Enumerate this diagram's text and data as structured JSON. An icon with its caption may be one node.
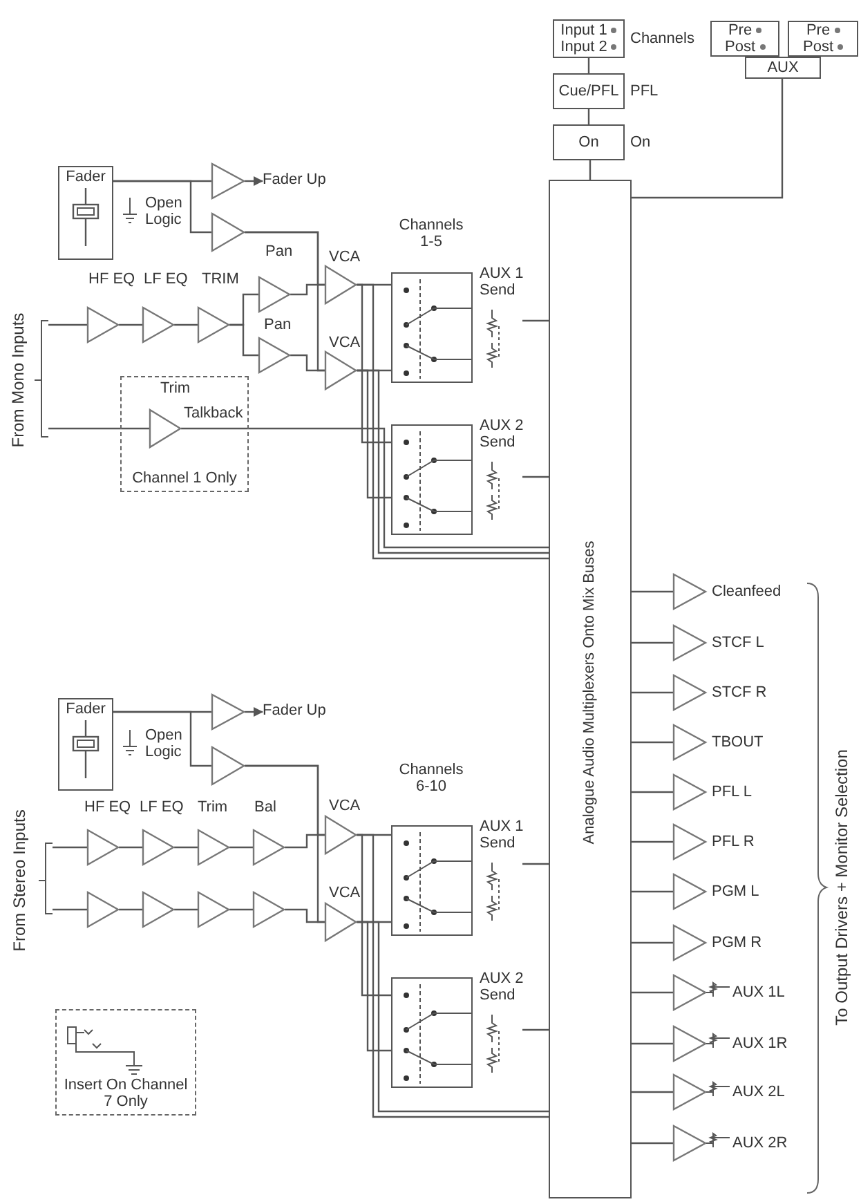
{
  "diagram": {
    "nodes": [
      {
        "text": [
          "Input 1",
          "Input 2"
        ],
        "beside": [
          "Channels"
        ]
      },
      {
        "text": [
          "Pre",
          "Post"
        ]
      },
      {
        "text": [
          "Pre",
          "Post"
        ]
      },
      {
        "text": [
          "AUX"
        ]
      },
      {
        "text": [
          "Cue/PFL"
        ],
        "beside": [
          "PFL"
        ]
      },
      {
        "text": [
          "On"
        ],
        "beside": [
          "On"
        ]
      },
      {
        "text": [
          "Analogue Audio Multiplexers Onto Mix Buses"
        ]
      },
      {
        "text": [
          "Fader"
        ]
      },
      {
        "text": [],
        "shape": "triangle"
      },
      {
        "text": [
          "Fader Up"
        ]
      },
      {
        "text": [],
        "shape": "triangle"
      },
      {
        "text": [],
        "shape": "triangle",
        "beside": [
          "HF EQ"
        ]
      },
      {
        "text": [],
        "shape": "triangle",
        "beside": [
          "LF EQ"
        ]
      },
      {
        "text": [],
        "shape": "triangle",
        "beside": [
          "TRIM"
        ]
      },
      {
        "text": [],
        "shape": "triangle",
        "beside": [
          "Pan"
        ]
      },
      {
        "text": [],
        "shape": "triangle"
      },
      {
        "text": [],
        "shape": "triangle",
        "beside": [
          "VCA"
        ]
      },
      {
        "text": [],
        "shape": "triangle",
        "beside": [
          "VCA"
        ]
      },
      {
        "text": [
          "AUX 1 Send"
        ]
      },
      {
        "text": [
          "AUX 2 Send"
        ]
      },
      {
        "text": [
          "Channel 1 Only"
        ]
      },
      {
        "text": [],
        "shape": "triangle",
        "in": 20,
        "beside": [
          "Trim",
          "Talkback"
        ]
      },
      {
        "text": [
          "Fader"
        ]
      },
      {
        "text": [],
        "shape": "triangle"
      },
      {
        "text": [
          "Fader Up"
        ]
      },
      {
        "text": [],
        "shape": "triangle"
      },
      {
        "text": [],
        "shape": "triangle"
      },
      {
        "text": [],
        "shape": "triangle"
      },
      {
        "text": [],
        "shape": "triangle"
      },
      {
        "text": [],
        "shape": "triangle"
      },
      {
        "text": [],
        "shape": "triangle"
      },
      {
        "text": [],
        "shape": "triangle"
      },
      {
        "text": [],
        "shape": "triangle"
      },
      {
        "text": [],
        "shape": "triangle"
      },
      {
        "text": [],
        "shape": "triangle",
        "beside": [
          "VCA"
        ]
      },
      {
        "text": [],
        "shape": "triangle",
        "beside": [
          "VCA"
        ]
      },
      {
        "text": [
          "AUX 1 Send"
        ]
      },
      {
        "text": [
          "AUX 2 Send"
        ]
      },
      {
        "text": [
          "Insert On Channel 7 Only"
        ]
      },
      {
        "text": [],
        "shape": "triangle",
        "beside": [
          "Cleanfeed"
        ]
      },
      {
        "text": [],
        "shape": "triangle",
        "beside": [
          "STCF L"
        ]
      },
      {
        "text": [],
        "shape": "triangle",
        "beside": [
          "STCF R"
        ]
      },
      {
        "text": [],
        "shape": "triangle",
        "beside": [
          "TBOUT"
        ]
      },
      {
        "text": [],
        "shape": "triangle",
        "beside": [
          "PFL L"
        ]
      },
      {
        "text": [],
        "shape": "triangle",
        "beside": [
          "PFL R"
        ]
      },
      {
        "text": [],
        "shape": "triangle",
        "beside": [
          "PGM L"
        ]
      },
      {
        "text": [],
        "shape": "triangle",
        "beside": [
          "PGM R"
        ]
      },
      {
        "text": [],
        "shape": "triangle",
        "beside": [
          "AUX 1L"
        ]
      },
      {
        "text": [],
        "shape": "triangle",
        "beside": [
          "AUX 1R"
        ]
      },
      {
        "text": [],
        "shape": "triangle",
        "beside": [
          "AUX 2L"
        ]
      },
      {
        "text": [],
        "shape": "triangle",
        "beside": [
          "AUX 2R"
        ]
      }
    ],
    "edges": [
      {
        "from": 0,
        "to": 4,
        "arrow": "none"
      },
      {
        "from": 4,
        "to": 5,
        "arrow": "none"
      },
      {
        "from": 5,
        "to": 6,
        "arrow": "none"
      },
      {
        "from": 3,
        "to": 6,
        "arrow": "none"
      },
      {
        "from": 7,
        "to": 8,
        "arrow": "none"
      },
      {
        "from": 8,
        "to": 9,
        "arrow": "to"
      },
      {
        "from": 7,
        "to": 10,
        "arrow": "none"
      },
      {
        "from": 10,
        "to": 16,
        "arrow": "none"
      },
      {
        "from": 10,
        "to": 17,
        "arrow": "none"
      },
      {
        "from": null,
        "to": 11,
        "arrow": "none"
      },
      {
        "from": 11,
        "to": 12,
        "arrow": "none"
      },
      {
        "from": 12,
        "to": 13,
        "arrow": "none"
      },
      {
        "from": 13,
        "to": 14,
        "arrow": "none"
      },
      {
        "from": 13,
        "to": 15,
        "arrow": "none"
      },
      {
        "from": 14,
        "to": 16,
        "arrow": "none"
      },
      {
        "from": 15,
        "to": 17,
        "arrow": "none"
      },
      {
        "from": 16,
        "to": 18,
        "arrow": "none"
      },
      {
        "from": 17,
        "to": 18,
        "arrow": "none"
      },
      {
        "from": 16,
        "to": 19,
        "arrow": "none"
      },
      {
        "from": 17,
        "to": 19,
        "arrow": "none"
      },
      {
        "from": 18,
        "to": 6,
        "arrow": "none"
      },
      {
        "from": 19,
        "to": 6,
        "arrow": "none"
      },
      {
        "from": 16,
        "to": 6,
        "arrow": "none"
      },
      {
        "from": 17,
        "to": 6,
        "arrow": "none"
      },
      {
        "from": null,
        "to": 21,
        "arrow": "none"
      },
      {
        "from": 21,
        "to": 6,
        "arrow": "none"
      },
      {
        "from": 22,
        "to": 23,
        "arrow": "none"
      },
      {
        "from": 23,
        "to": 24,
        "arrow": "to"
      },
      {
        "from": 22,
        "to": 25,
        "arrow": "none"
      },
      {
        "from": 25,
        "to": 34,
        "arrow": "none"
      },
      {
        "from": 25,
        "to": 35,
        "arrow": "none"
      },
      {
        "from": null,
        "to": 26,
        "arrow": "none"
      },
      {
        "from": 26,
        "to": 27,
        "arrow": "none"
      },
      {
        "from": 27,
        "to": 28,
        "arrow": "none"
      },
      {
        "from": 28,
        "to": 29,
        "arrow": "none"
      },
      {
        "from": null,
        "to": 30,
        "arrow": "none"
      },
      {
        "from": 30,
        "to": 31,
        "arrow": "none"
      },
      {
        "from": 31,
        "to": 32,
        "arrow": "none"
      },
      {
        "from": 32,
        "to": 33,
        "arrow": "none"
      },
      {
        "from": 29,
        "to": 34,
        "arrow": "none"
      },
      {
        "from": 33,
        "to": 35,
        "arrow": "none"
      },
      {
        "from": 34,
        "to": 36,
        "arrow": "none"
      },
      {
        "from": 35,
        "to": 36,
        "arrow": "none"
      },
      {
        "from": 34,
        "to": 37,
        "arrow": "none"
      },
      {
        "from": 35,
        "to": 37,
        "arrow": "none"
      },
      {
        "from": 36,
        "to": 6,
        "arrow": "none"
      },
      {
        "from": 37,
        "to": 6,
        "arrow": "none"
      },
      {
        "from": 34,
        "to": 6,
        "arrow": "none"
      },
      {
        "from": 35,
        "to": 6,
        "arrow": "none"
      },
      {
        "from": 6,
        "to": 39,
        "arrow": "none"
      },
      {
        "from": 6,
        "to": 40,
        "arrow": "none"
      },
      {
        "from": 6,
        "to": 41,
        "arrow": "none"
      },
      {
        "from": 6,
        "to": 42,
        "arrow": "none"
      },
      {
        "from": 6,
        "to": 43,
        "arrow": "none"
      },
      {
        "from": 6,
        "to": 44,
        "arrow": "none"
      },
      {
        "from": 6,
        "to": 45,
        "arrow": "none"
      },
      {
        "from": 6,
        "to": 46,
        "arrow": "none"
      },
      {
        "from": 6,
        "to": 47,
        "arrow": "none"
      },
      {
        "from": 6,
        "to": 48,
        "arrow": "none"
      },
      {
        "from": 6,
        "to": 49,
        "arrow": "none"
      },
      {
        "from": 6,
        "to": 50,
        "arrow": "none"
      }
    ],
    "labels": [
      "Open Logic",
      "Channels 1-5",
      "Pan",
      "From Mono Inputs",
      "Open Logic",
      "Channels 6-10",
      "HF EQ",
      "LF EQ",
      "Trim",
      "Bal",
      "From Stereo Inputs",
      "To Output Drivers + Monitor Selection"
    ]
  }
}
